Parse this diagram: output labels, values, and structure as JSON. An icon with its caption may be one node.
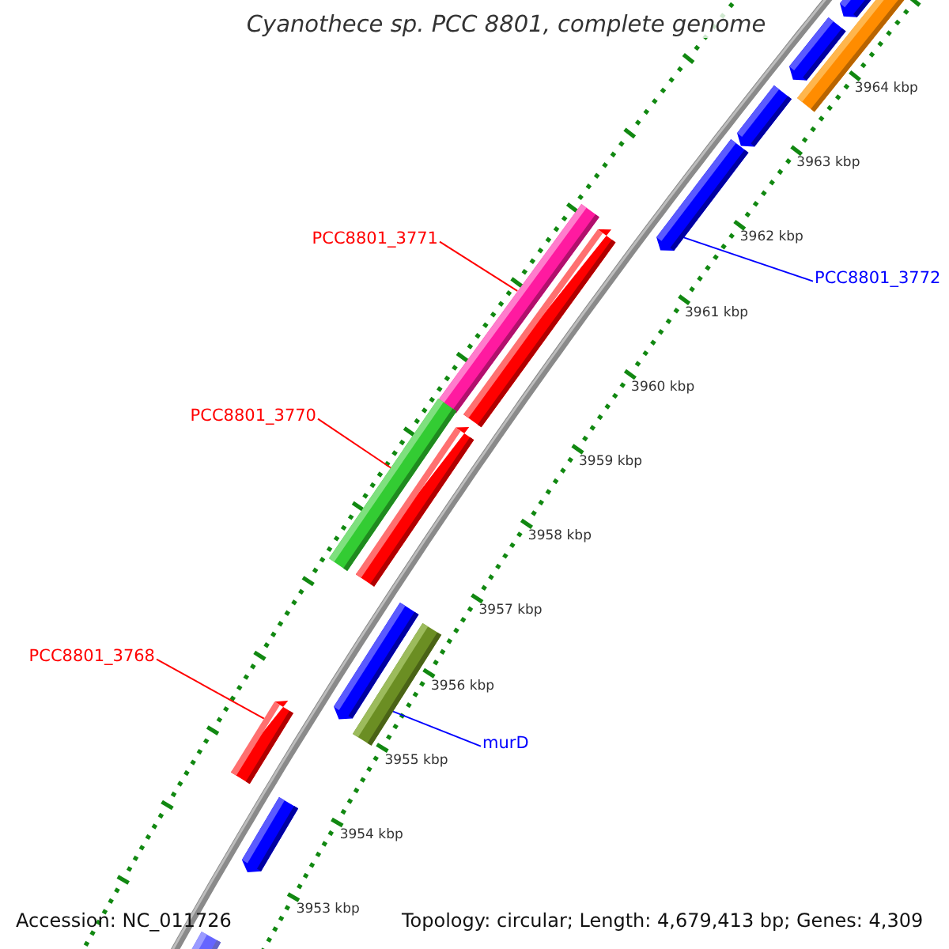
{
  "diagram": {
    "title": "Cyanothece sp. PCC 8801, complete genome",
    "nodes": [
      {
        "text": [
          "PCC8801_3771"
        ]
      },
      {
        "text": [],
        "shape": "bar"
      },
      {
        "text": [
          "PCC8801_3772"
        ]
      },
      {
        "text": [],
        "shape": "bar"
      },
      {
        "text": [
          "PCC8801_3770"
        ]
      },
      {
        "text": [],
        "shape": "bar"
      },
      {
        "text": [
          "PCC8801_3768"
        ]
      },
      {
        "text": [],
        "shape": "bar"
      },
      {
        "text": [
          "murD"
        ]
      },
      {
        "text": [],
        "shape": "bar"
      },
      {
        "text": [],
        "shape": "bar"
      },
      {
        "text": [],
        "shape": "bar"
      },
      {
        "text": [],
        "shape": "bar"
      },
      {
        "text": [],
        "shape": "bar"
      },
      {
        "text": [],
        "shape": "bar"
      },
      {
        "text": [],
        "shape": "bar"
      },
      {
        "text": [],
        "shape": "bar"
      },
      {
        "text": [],
        "shape": "bar"
      },
      {
        "text": [],
        "shape": "bar"
      }
    ],
    "edges": [
      {
        "from": 0,
        "to": 1,
        "arrow": "none"
      },
      {
        "from": 2,
        "to": 3,
        "arrow": "none",
        "color": "#0000ff"
      },
      {
        "from": 4,
        "to": 5,
        "arrow": "none"
      },
      {
        "from": 6,
        "to": 7,
        "arrow": "none"
      },
      {
        "from": 8,
        "to": 9,
        "arrow": "none",
        "color": "#0000ff"
      }
    ],
    "labels": [
      "3964 kbp",
      "3963 kbp",
      "3962 kbp",
      "3961 kbp",
      "3960 kbp",
      "3959 kbp",
      "3958 kbp",
      "3957 kbp",
      "3956 kbp",
      "3955 kbp",
      "3954 kbp",
      "3953 kbp",
      "Accession: NC_011726",
      "Topology: circular; Length: 4,679,413 bp; Genes: 4,309"
    ]
  }
}
